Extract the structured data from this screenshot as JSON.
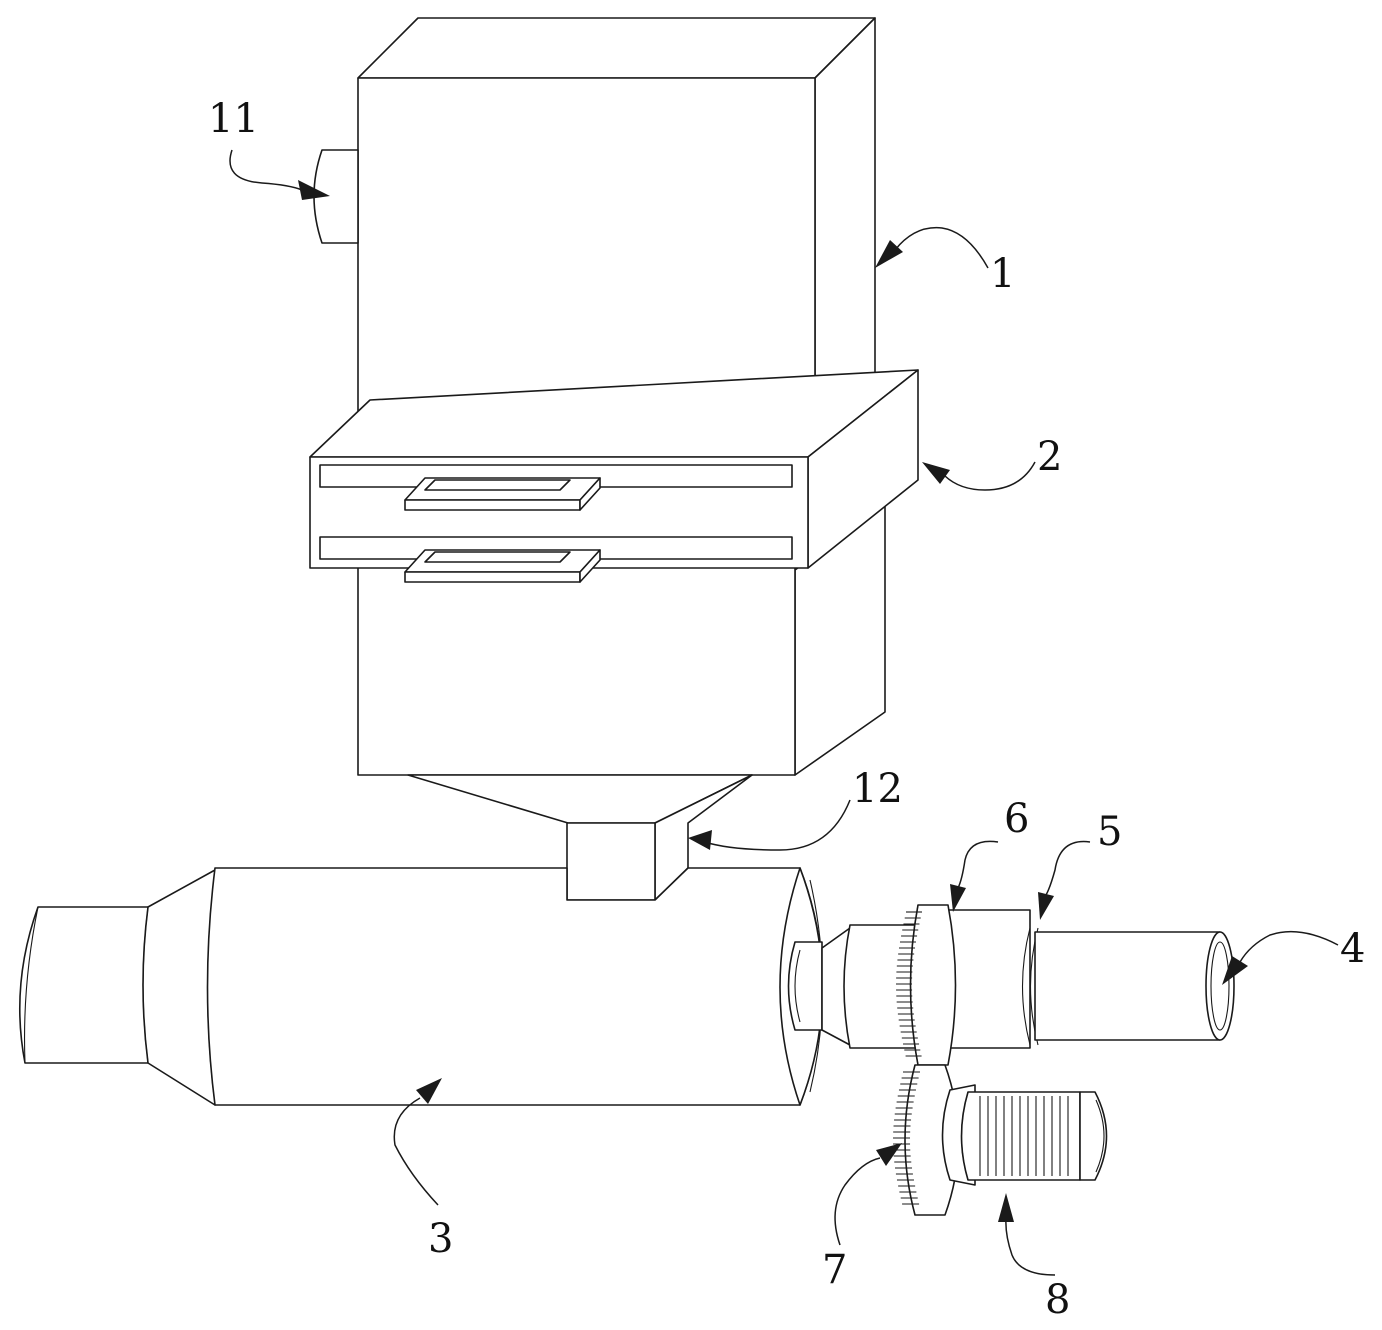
{
  "figure": {
    "labels": {
      "l1": "1",
      "l2": "2",
      "l3": "3",
      "l4": "4",
      "l5": "5",
      "l6": "6",
      "l7": "7",
      "l8": "8",
      "l11": "11",
      "l12": "12"
    }
  },
  "colors": {
    "line": "#1a1a1a",
    "background": "#ffffff"
  }
}
